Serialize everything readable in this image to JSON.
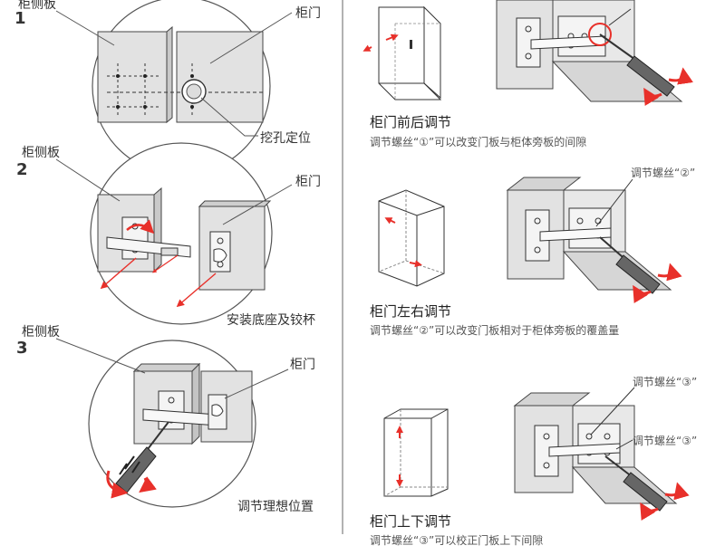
{
  "left": {
    "step1": {
      "number": "1",
      "side_label": "柜侧板",
      "door_label": "柜门",
      "action_label": "挖孔定位"
    },
    "step2": {
      "number": "2",
      "side_label": "柜侧板",
      "door_label": "柜门",
      "action_label": "安装底座及铰杯"
    },
    "step3": {
      "number": "3",
      "side_label": "柜侧板",
      "door_label": "柜门",
      "action_label": "调节理想位置"
    }
  },
  "right": {
    "adjust1": {
      "title": "柜门前后调节",
      "description": "调节螺丝“①”可以改变门板与柜体旁板的间隙"
    },
    "adjust2": {
      "title": "柜门左右调节",
      "description": "调节螺丝“②”可以改变门板相对于柜体旁板的覆盖量",
      "callout": "调节螺丝“②”"
    },
    "adjust3": {
      "title": "柜门上下调节",
      "description": "调节螺丝“③”可以校正门板上下间隙",
      "callout_a": "调节螺丝“③”",
      "callout_b": "调节螺丝“③”"
    }
  },
  "colors": {
    "line": "#444444",
    "panel": "#e4e4e4",
    "panel_dark": "#cfcfcf",
    "arrow_red": "#e8302a"
  }
}
